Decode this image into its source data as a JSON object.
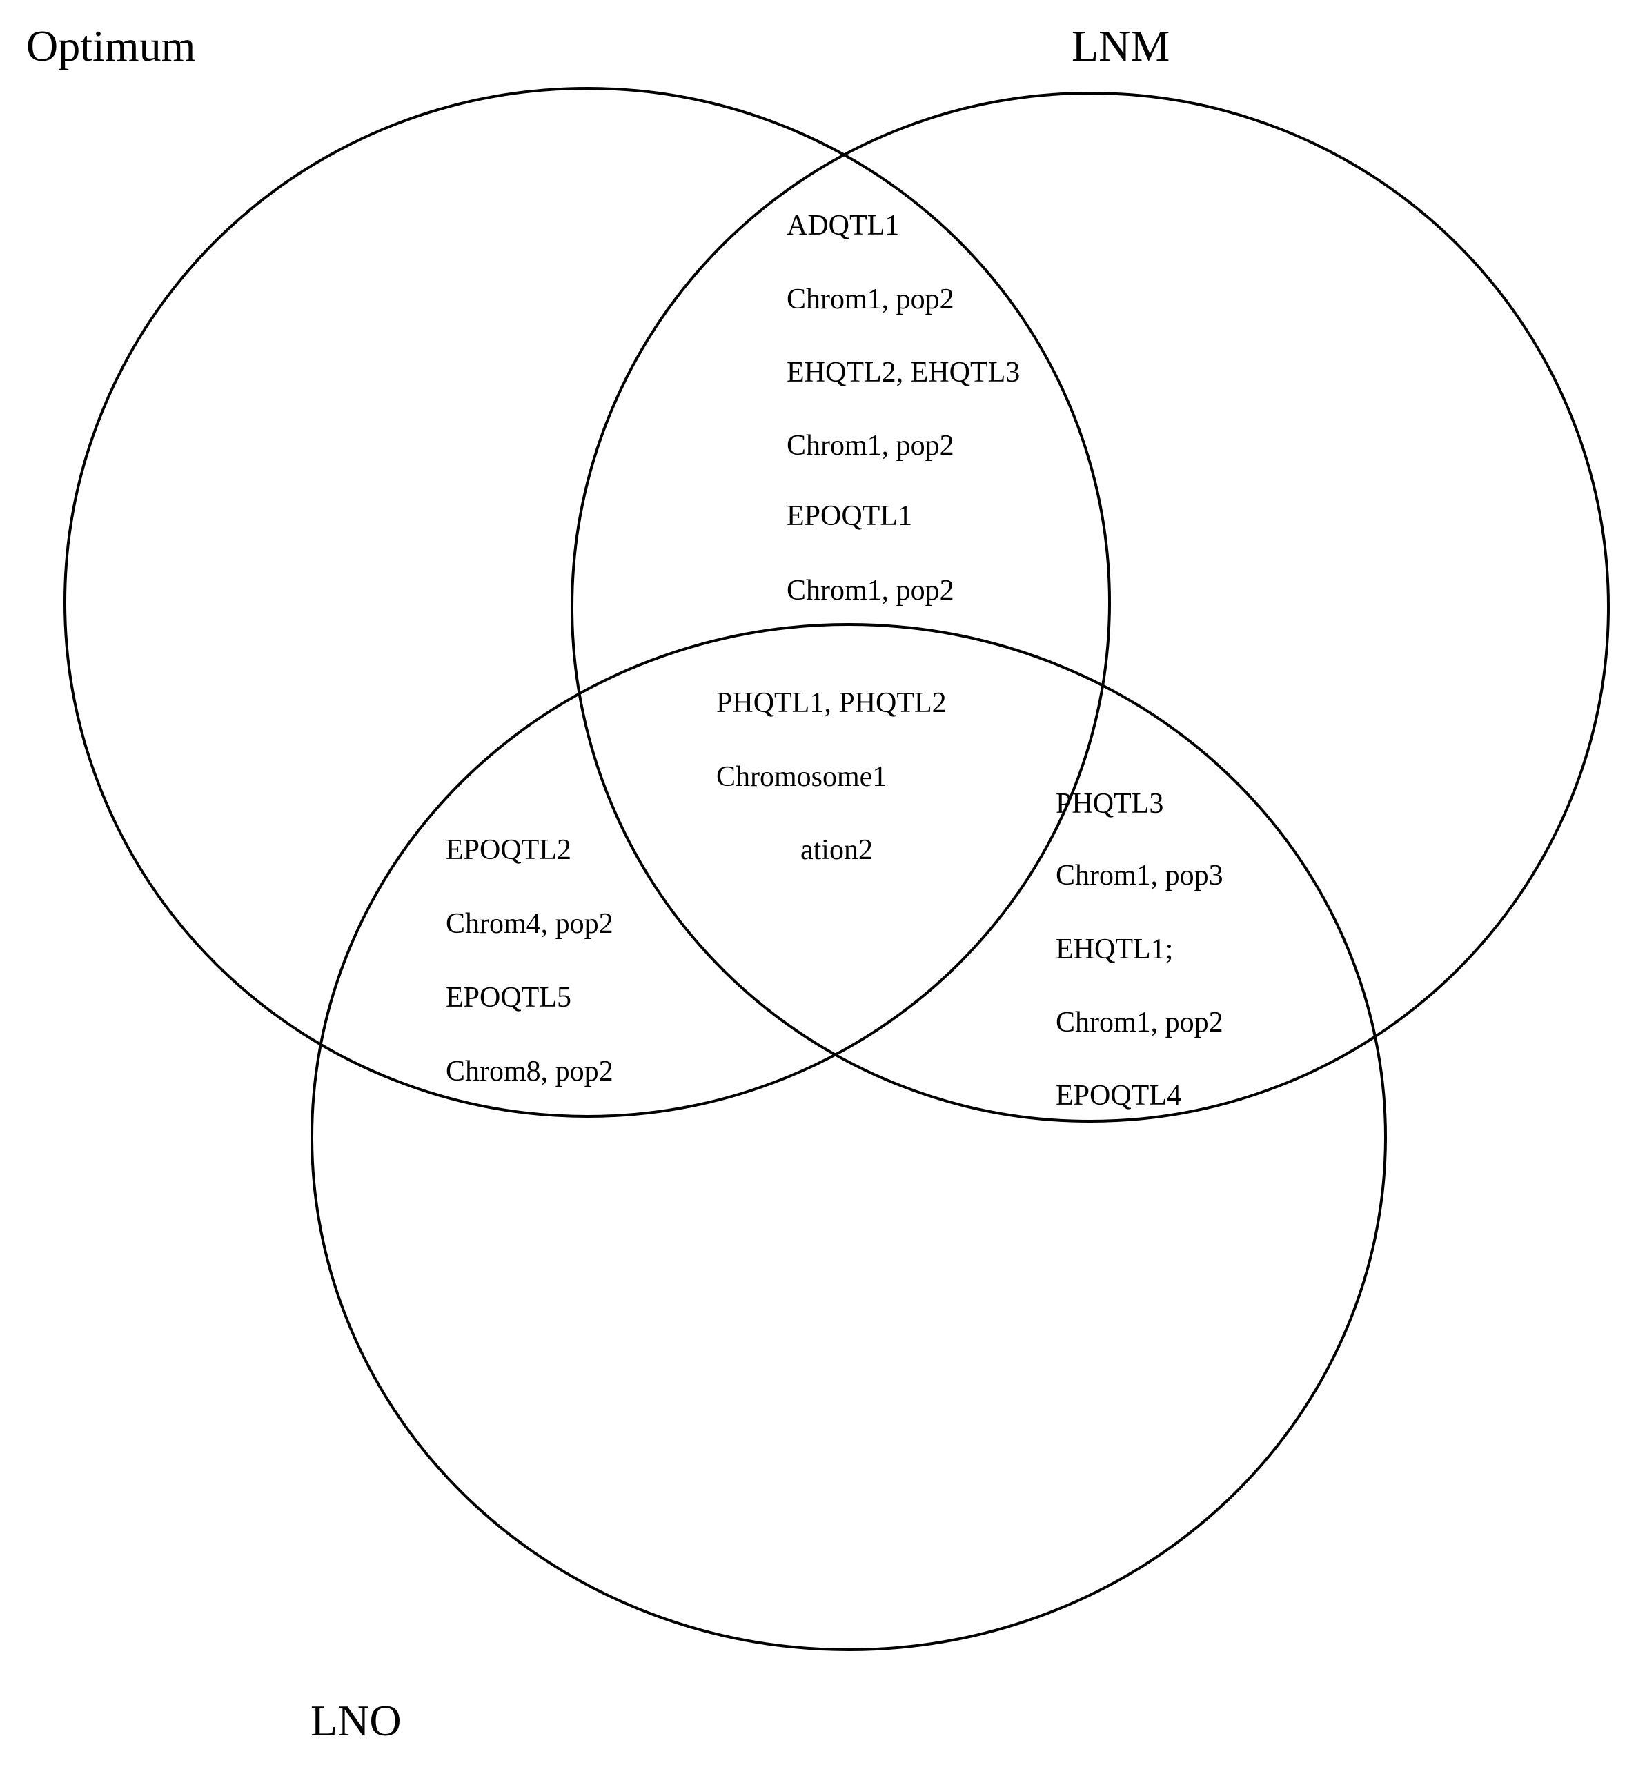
{
  "sets": {
    "optimum": "Optimum",
    "lnm": "LNM",
    "lno": "LNO"
  },
  "regions": {
    "optimum_lnm": [
      "ADQTL1",
      "Chrom1, pop2",
      "EHQTL2, EHQTL3",
      "Chrom1, pop2",
      "EPOQTL1",
      "Chrom1, pop2"
    ],
    "all_three": [
      "PHQTL1, PHQTL2",
      "Chromosome1",
      "ation2"
    ],
    "optimum_lno": [
      "EPOQTL2",
      "Chrom4, pop2",
      "EPOQTL5",
      "Chrom8, pop2"
    ],
    "lnm_lno": [
      "PHQTL3",
      "Chrom1, pop3",
      "EHQTL1;",
      "Chrom1, pop2",
      "EPOQTL4"
    ]
  }
}
